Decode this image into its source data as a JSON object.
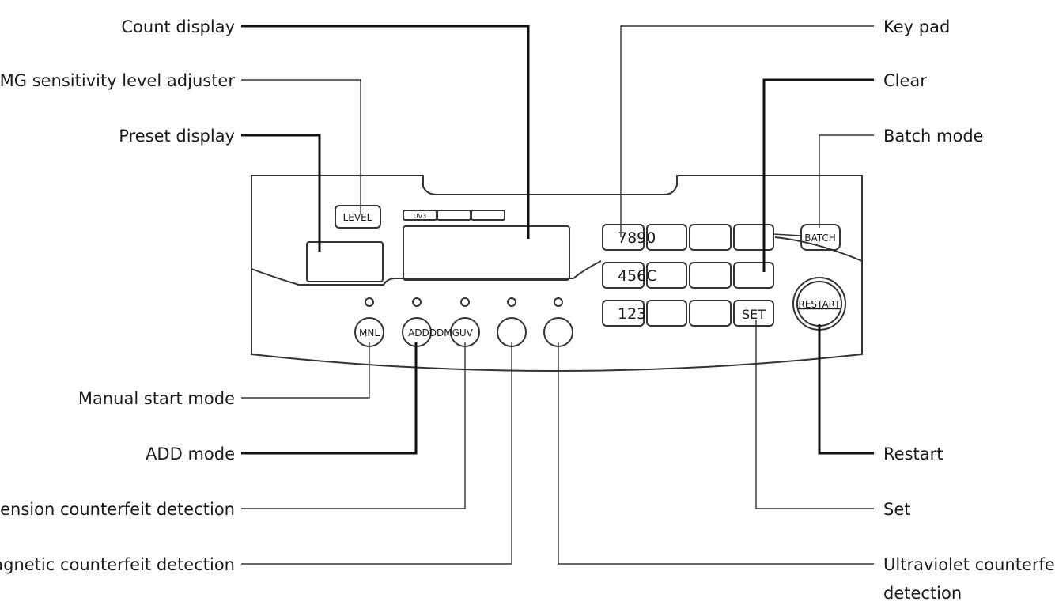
{
  "callouts": {
    "count_display": "Count display",
    "mg_level_adjuster": "MG sensitivity level adjuster",
    "preset_display": "Preset display",
    "key_pad": "Key pad",
    "clear": "Clear",
    "batch_mode": "Batch mode",
    "manual_start": "Manual start mode",
    "add_mode": "ADD mode",
    "dimension_detection": "Dimension counterfeit detection",
    "magnetic_detection": "Magnetic counterfeit detection",
    "restart": "Restart",
    "set": "Set",
    "uv_detection_line1": "Ultraviolet counterfeit",
    "uv_detection_line2": "detection"
  },
  "panel": {
    "level_label": "LEVEL",
    "indicator_label": "UV3",
    "mode_buttons_label": "ADDDDMGUV",
    "mnl_label": "MNL",
    "keypad_row1": "7890",
    "keypad_row2": "456C",
    "keypad_row3": "123",
    "set_label": "SET",
    "batch_label": "BATCH",
    "restart_label": "RESTART"
  }
}
